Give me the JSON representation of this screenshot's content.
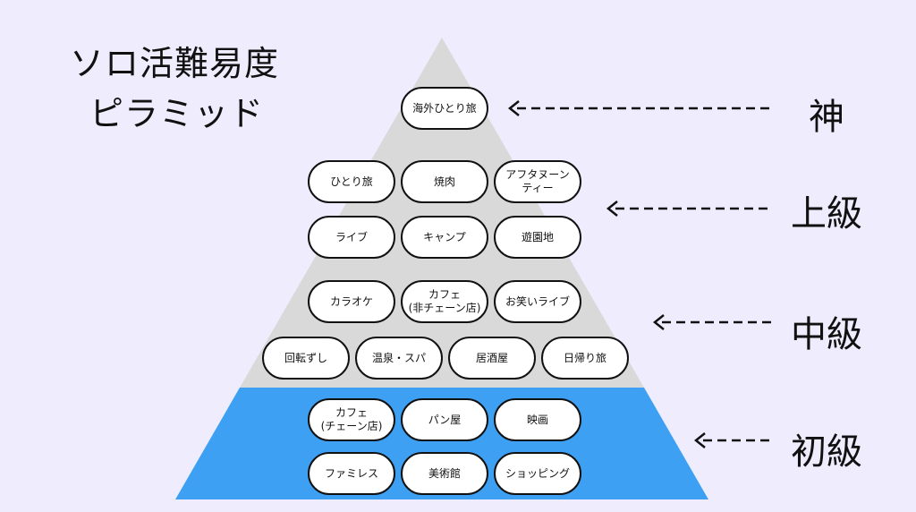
{
  "title": {
    "line1": "ソロ活難易度",
    "line2": "ピラミッド"
  },
  "colors": {
    "background": "#efedfd",
    "pyramid_upper": "#d9d9d9",
    "pyramid_lower": "#3ea0f3",
    "pill_fill": "#ffffff",
    "pill_border": "#111111",
    "text": "#111111"
  },
  "levels": [
    {
      "id": "god",
      "label": "神"
    },
    {
      "id": "advanced",
      "label": "上級"
    },
    {
      "id": "intermediate",
      "label": "中級"
    },
    {
      "id": "beginner",
      "label": "初級"
    }
  ],
  "activities": {
    "god": [
      "海外ひとり旅"
    ],
    "advanced_row1": [
      "ひとり旅",
      "焼肉",
      "アフタヌーン\nティー"
    ],
    "advanced_row2": [
      "ライブ",
      "キャンプ",
      "遊園地"
    ],
    "intermediate_row1": [
      "カラオケ",
      "カフェ\n(非チェーン店)",
      "お笑いライブ"
    ],
    "intermediate_row2": [
      "回転ずし",
      "温泉・スパ",
      "居酒屋",
      "日帰り旅"
    ],
    "beginner_row1": [
      "カフェ\n(チェーン店)",
      "パン屋",
      "映画"
    ],
    "beginner_row2": [
      "ファミレス",
      "美術館",
      "ショッピング"
    ]
  }
}
